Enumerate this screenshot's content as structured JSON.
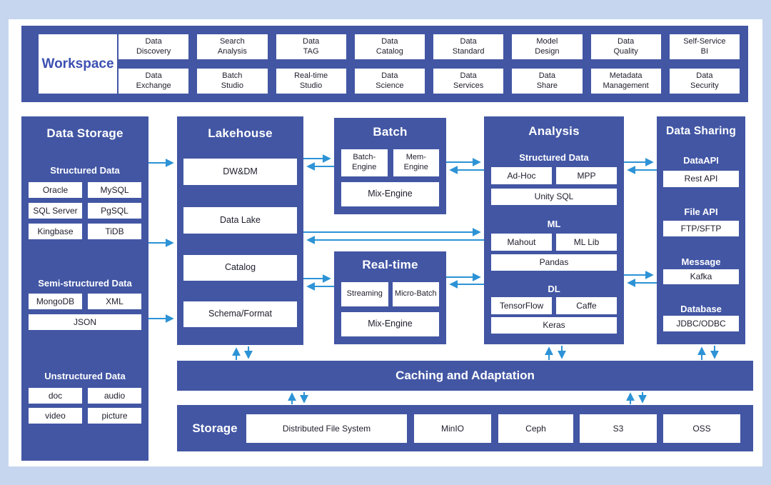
{
  "colors": {
    "background": "#c7d6ef",
    "panel": "#ffffff",
    "block_blue": "#4256a4",
    "arrow_blue": "#2d93d6",
    "workspace_text_blue": "#3c50b1",
    "box_text": "#1d1d2b"
  },
  "workspace": {
    "title": "Workspace",
    "modules": [
      "Data\nDiscovery",
      "Search\nAnalysis",
      "Data\nTAG",
      "Data\nCatalog",
      "Data\nStandard",
      "Model\nDesign",
      "Data\nQuality",
      "Self-Service\nBI",
      "Data\nExchange",
      "Batch\nStudio",
      "Real-time\nStudio",
      "Data\nScience",
      "Data\nServices",
      "Data\nShare",
      "Metadata\nManagement",
      "Data\nSecurity"
    ]
  },
  "data_storage": {
    "title": "Data Storage",
    "structured": {
      "label": "Structured Data",
      "items": [
        "Oracle",
        "MySQL",
        "SQL Server",
        "PgSQL",
        "Kingbase",
        "TiDB"
      ]
    },
    "semi": {
      "label": "Semi-structured Data",
      "row": [
        "MongoDB",
        "XML"
      ],
      "full": "JSON"
    },
    "unstructured": {
      "label": "Unstructured Data",
      "items": [
        "doc",
        "audio",
        "video",
        "picture"
      ]
    }
  },
  "lakehouse": {
    "title": "Lakehouse",
    "items": [
      "DW&DM",
      "Data Lake",
      "Catalog",
      "Schema/Format"
    ]
  },
  "batch": {
    "title": "Batch",
    "row": [
      "Batch-\nEngine",
      "Mem-\nEngine"
    ],
    "full": "Mix-Engine"
  },
  "realtime": {
    "title": "Real-time",
    "row": [
      "Streaming",
      "Micro-Batch"
    ],
    "full": "Mix-Engine"
  },
  "analysis": {
    "title": "Analysis",
    "groups": [
      {
        "label": "Structured Data",
        "row": [
          "Ad-Hoc",
          "MPP"
        ],
        "full": "Unity SQL"
      },
      {
        "label": "ML",
        "row": [
          "Mahout",
          "ML Lib"
        ],
        "full": "Pandas"
      },
      {
        "label": "DL",
        "row": [
          "TensorFlow",
          "Caffe"
        ],
        "full": "Keras"
      }
    ]
  },
  "data_sharing": {
    "title": "Data Sharing",
    "groups": [
      {
        "label": "DataAPI",
        "item": "Rest API"
      },
      {
        "label": "File API",
        "item": "FTP/SFTP"
      },
      {
        "label": "Message",
        "item": "Kafka"
      },
      {
        "label": "Database",
        "item": "JDBC/ODBC"
      }
    ]
  },
  "caching": {
    "title": "Caching and Adaptation"
  },
  "storage": {
    "title": "Storage",
    "items": [
      "Distributed File System",
      "MinIO",
      "Ceph",
      "S3",
      "OSS"
    ]
  }
}
